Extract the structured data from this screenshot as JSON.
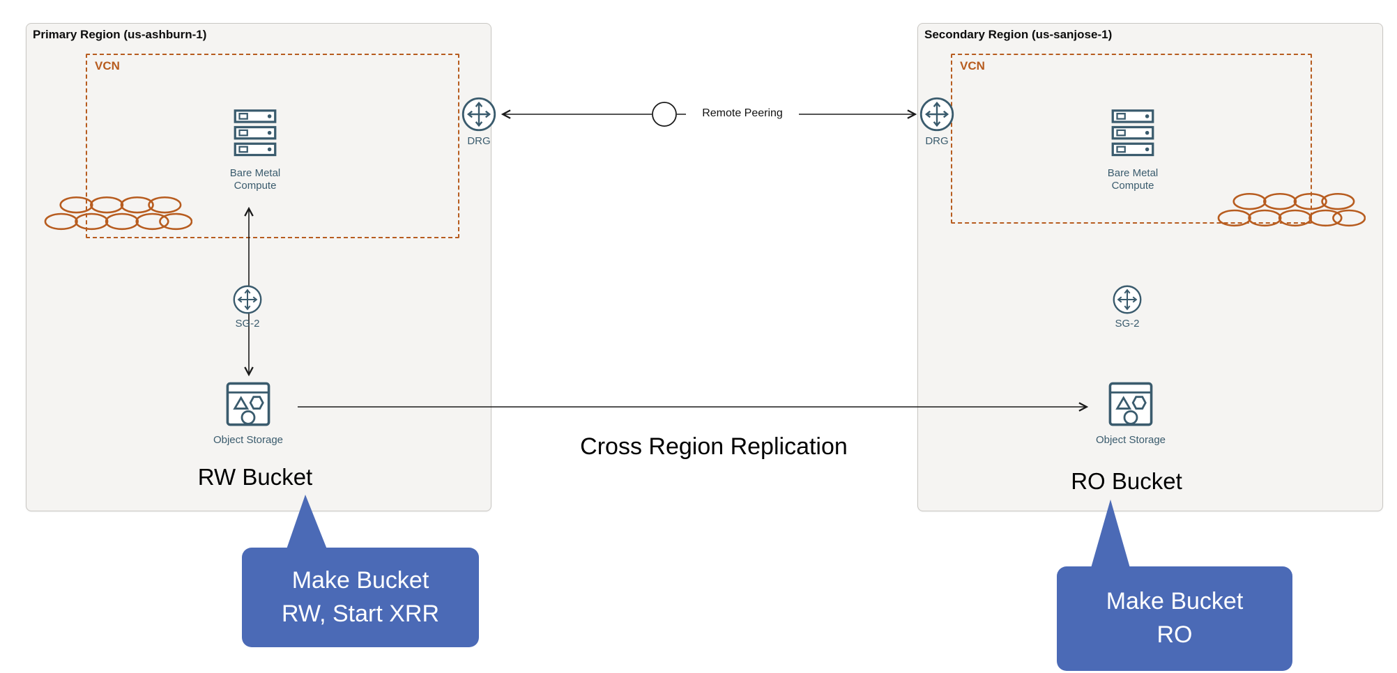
{
  "colors": {
    "region_fill": "#f5f4f2",
    "region_border": "#c9c7c3",
    "vcn_border": "#b75c1f",
    "icon_stroke": "#3a5b6d",
    "cluster_stroke": "#b75c1f",
    "arrow": "#1a1a1a",
    "callout_fill": "#4b6ab6",
    "callout_text": "#ffffff"
  },
  "icons": {
    "drg": "router-gateway-icon (circle with 4-way arrows)",
    "sg": "service-gateway-icon (circle with 4-way arrows)",
    "bare_metal": "server-stack-icon",
    "object_storage": "storage-box-icon (triangle, hexagon, circle)",
    "cluster": "network-cluster-icon (group of ellipses)",
    "peering_node": "peering-circle-icon"
  },
  "primary": {
    "title": "Primary Region (us-ashburn-1)",
    "vcn": "VCN",
    "compute": {
      "line1": "Bare Metal",
      "line2": "Compute"
    },
    "drg": "DRG",
    "sg": "SG-2",
    "storage": "Object Storage",
    "bucket": "RW Bucket",
    "callout": {
      "line1": "Make Bucket",
      "line2": "RW, Start XRR"
    }
  },
  "secondary": {
    "title": "Secondary Region (us-sanjose-1)",
    "vcn": "VCN",
    "compute": {
      "line1": "Bare Metal",
      "line2": "Compute"
    },
    "drg": "DRG",
    "sg": "SG-2",
    "storage": "Object Storage",
    "bucket": "RO Bucket",
    "callout": {
      "line1": "Make Bucket",
      "line2": "RO"
    }
  },
  "connections": {
    "remote_peering": "Remote Peering",
    "replication": "Cross Region Replication"
  }
}
